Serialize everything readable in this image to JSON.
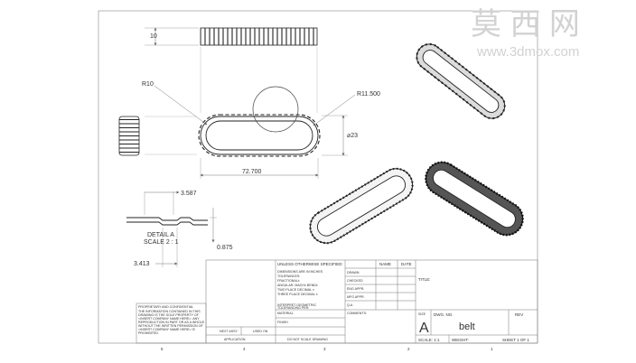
{
  "watermark": {
    "brand": "莫 西 网",
    "url": "www.3dmox.com"
  },
  "drawing": {
    "dimensions": {
      "width_top": "10",
      "radius_left": "R10",
      "radius_right": "R11.500",
      "diameter": "⌀23",
      "length": "72.700",
      "detail_top": "3.587",
      "detail_right": "0.875",
      "detail_left": "3.413"
    },
    "detail_label": [
      "DETAIL A",
      "SCALE 2 : 1"
    ],
    "zone_numbers": [
      "5",
      "4",
      "3",
      "2",
      "1"
    ]
  },
  "title_block": {
    "unless_specified": "UNLESS OTHERWISE SPECIFIED:",
    "col_name": "NAME",
    "col_date": "DATE",
    "spec_notes": [
      "DIMENSIONS ARE IN INCHES",
      "TOLERANCES:",
      "FRACTIONAL±",
      "ANGULAR: MACH±   BEND±",
      "TWO PLACE DECIMAL  ±",
      "THREE PLACE DECIMAL  ±"
    ],
    "approvals": [
      "DRAWN",
      "CHECKED",
      "ENG APPR.",
      "MFG APPR.",
      "Q.A.",
      "COMMENTS:"
    ],
    "interpret": [
      "INTERPRET GEOMETRIC",
      "TOLERANCING PER:"
    ],
    "material": "MATERIAL",
    "finish": "FINISH",
    "next_assy": "NEXT ASSY",
    "used_on": "USED ON",
    "application": "APPLICATION",
    "do_not_scale": "DO NOT SCALE DRAWING",
    "proprietary_title": "PROPRIETARY AND CONFIDENTIAL",
    "proprietary_text": [
      "THE INFORMATION CONTAINED IN THIS",
      "DRAWING IS THE SOLE PROPERTY OF",
      "<INSERT COMPANY NAME HERE>. ANY",
      "REPRODUCTION IN PART OR AS A WHOLE",
      "WITHOUT THE WRITTEN PERMISSION OF",
      "<INSERT COMPANY NAME HERE> IS",
      "PROHIBITED."
    ],
    "title_label": "TITLE:",
    "size_label": "SIZE",
    "dwg_no_label": "DWG.  NO.",
    "rev_label": "REV",
    "size_value": "A",
    "dwg_no_value": "belt",
    "scale": "SCALE: 1:1",
    "weight": "WEIGHT:",
    "sheet": "SHEET 1 OF 1"
  }
}
